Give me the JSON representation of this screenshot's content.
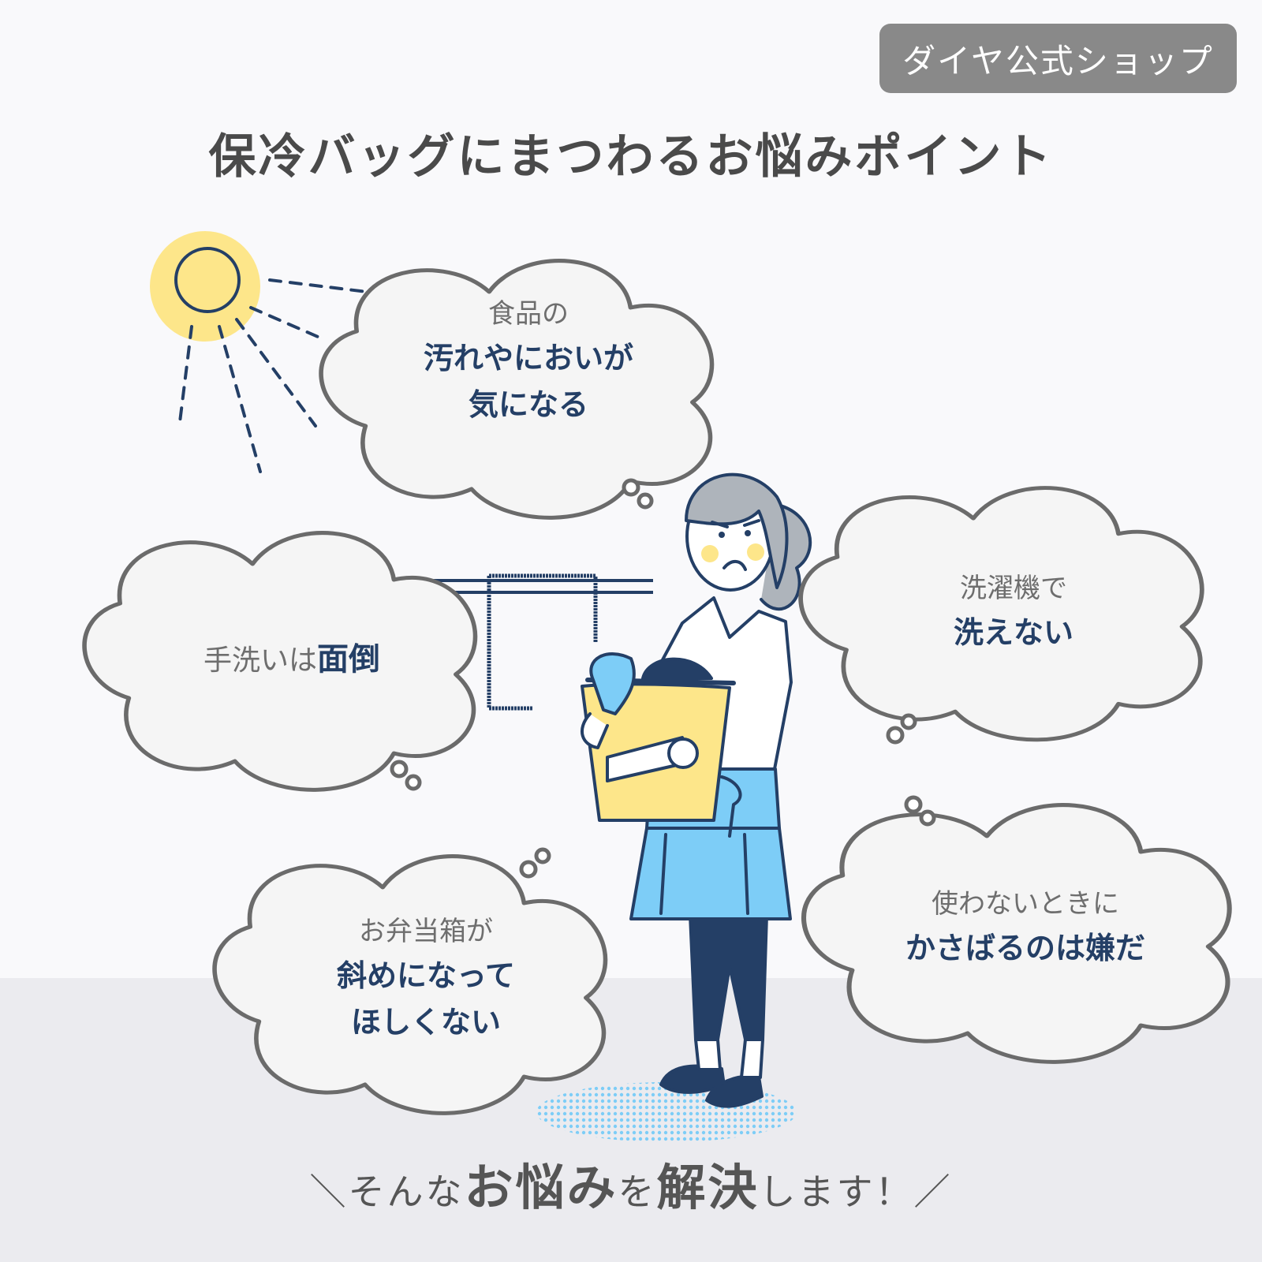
{
  "shop_badge": "ダイヤ公式ショップ",
  "headline": "保冷バッグにまつわるお悩みポイント",
  "bubbles": {
    "stains": {
      "lead": "食品の",
      "strong_1": "汚れやにおいが",
      "strong_2": "気になる"
    },
    "handwash": {
      "lead": "手洗いは",
      "strong": "面倒"
    },
    "washer": {
      "lead": "洗濯機で",
      "strong": "洗えない"
    },
    "bento": {
      "lead": "お弁当箱が",
      "strong_1": "斜めになって",
      "strong_2": "ほしくない"
    },
    "bulky": {
      "lead": "使わないときに",
      "strong": "かさばるのは嫌だ"
    }
  },
  "closing": {
    "open_mark": "＼",
    "p1": "そんな",
    "p2": "お悩み",
    "p3": "を",
    "p4": "解決",
    "p5": "します！",
    "close_mark": "／"
  },
  "colors": {
    "background": "#f9f9fb",
    "floor": "#ebebef",
    "badge": "#898989",
    "navy": "#243f66",
    "sun_yellow": "#fde68a",
    "apron_blue": "#7dcdf7",
    "bubble_fill": "#f5f5f5",
    "bubble_stroke": "#6b6b6b"
  },
  "icons": [
    "sun-icon",
    "thought-bubble-icon",
    "woman-with-laundry-basket-illustration",
    "towel-on-rack-illustration"
  ]
}
